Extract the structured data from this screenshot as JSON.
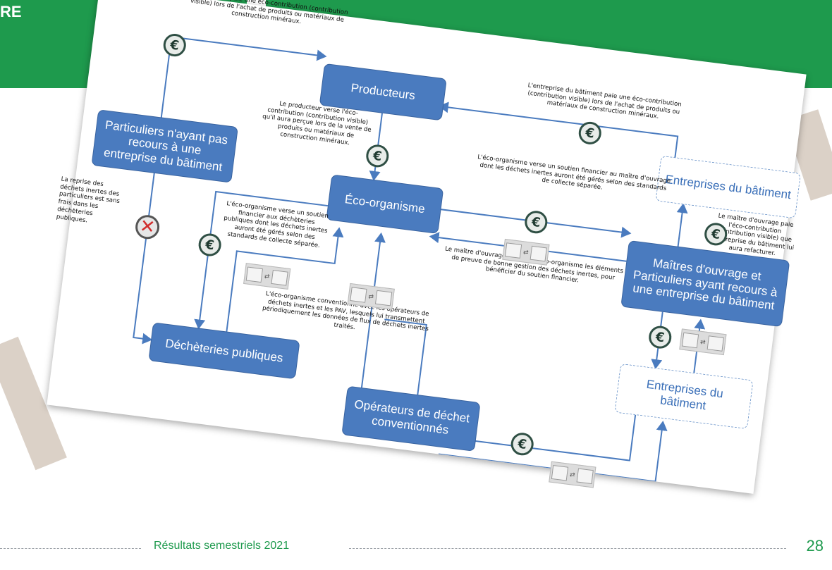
{
  "header": {
    "left_text": "RE"
  },
  "diagram": {
    "boxes": {
      "producteurs": "Producteurs",
      "eco_organisme": "Éco-organisme",
      "particuliers_sans": "Particuliers n'ayant pas recours à une entreprise du bâtiment",
      "decheteries": "Déchèteries publiques",
      "operateurs": "Opérateurs de déchet conventionnés",
      "maitres": "Maîtres d'ouvrage et Particuliers ayant recours à une entreprise du bâtiment",
      "entreprises_top": "Entreprises du bâtiment",
      "entreprises_bottom": "Entreprises du bâtiment"
    },
    "notes": {
      "particulier_paie": "Le particulier paie une éco-contribution (contribution visible) lors de l'achat de produits ou matériaux de construction minéraux.",
      "entreprise_paie": "L'entreprise du bâtiment paie une éco-contribution (contribution visible) lors de l'achat de produits ou matériaux de construction minéraux.",
      "producteur_verse": "Le producteur verse l'éco-contribution (contribution visible) qu'il aura perçue lors de la vente de produits ou matériaux de construction minéraux.",
      "eco_verse_maitre": "L'éco-organisme verse un soutien financier au maître d'ouvrage dont les déchets inertes auront été gérés selon des standards de collecte séparée.",
      "maitre_paie": "Le maître d'ouvrage paie l'éco-contribution (contribution visible) que l'entreprise du bâtiment lui aura refacturer.",
      "reprise": "La reprise des déchets inertes des particuliers est sans frais dans les déchèteries publiques.",
      "eco_verse_decheteries": "L'éco-organisme verse un soutien financier aux déchèteries publiques dont les déchets inertes auront été gérés selon des standards de collecte séparée.",
      "maitre_fournit": "Le maître d'ouvrage fournit à l'éco-organisme les éléments de preuve de bonne gestion des déchets inertes, pour bénéficier du soutien financier.",
      "eco_conventionne": "L'éco-organisme conventionne avec les opérateurs de déchets inertes et les PAV, lesquels lui transmettent périodiquement les données de flux de déchets inertes traités."
    },
    "euro_symbol": "€",
    "x_symbol": "✕",
    "icons": [
      "euro-coin-icon",
      "computer-exchange-icon",
      "no-fee-icon"
    ]
  },
  "footer": {
    "title": "Résultats semestriels 2021",
    "page_number": "28"
  },
  "colors": {
    "brand_green": "#1e9a4d",
    "box_blue": "#4a7bbf",
    "dashed_blue": "#7a9fcf"
  }
}
